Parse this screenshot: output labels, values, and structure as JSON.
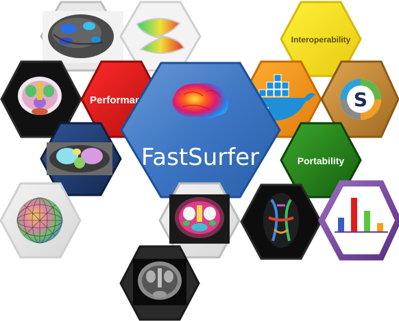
{
  "main": {
    "title": "FastSurfer"
  },
  "labels": {
    "performance": "Performance",
    "interoperability": "Interoperability",
    "portability": "Portability"
  },
  "colors": {
    "main_blue": "#3d76c4",
    "performance_red": "#e01c1c",
    "interoperability_yellow": "#f5e51e",
    "docker_orange": "#f39a1d",
    "singularity_gold": "#c58a35",
    "portability_green": "#2a8a1d",
    "stats_purple": "#7b4a9c",
    "cerebellum_navy": "#1d3566"
  },
  "tiles": [
    {
      "name": "brain-surface-tile",
      "icon": "inflated-brain-surface"
    },
    {
      "name": "surface-registration-tile",
      "icon": "surface-map"
    },
    {
      "name": "coronal-segmentation-tile",
      "icon": "coronal-brain-segmentation"
    },
    {
      "name": "cerebellum-tile",
      "icon": "cerebellum-segmentation"
    },
    {
      "name": "sphere-mesh-tile",
      "icon": "spherical-mesh"
    },
    {
      "name": "coronal-mri-color-tile",
      "icon": "coronal-mri-overlay"
    },
    {
      "name": "coronal-mri-gray-tile",
      "icon": "coronal-mri"
    },
    {
      "name": "tractography-tile",
      "icon": "fiber-tractography"
    },
    {
      "name": "docker-tile",
      "icon": "docker-whale"
    },
    {
      "name": "singularity-tile",
      "icon": "singularity-logo"
    },
    {
      "name": "stats-tile",
      "icon": "bar-chart"
    }
  ]
}
